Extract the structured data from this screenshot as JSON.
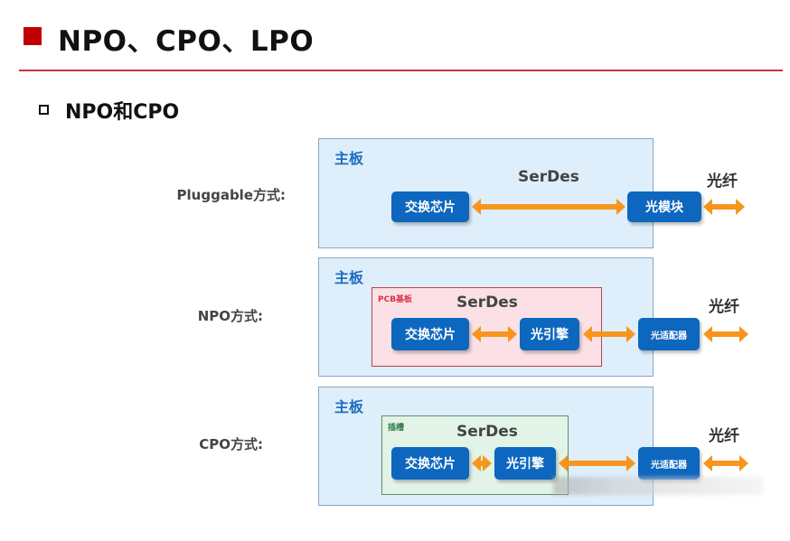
{
  "header": {
    "title": "NPO、CPO、LPO",
    "subtitle": "NPO和CPO",
    "accent_color": "#c00000"
  },
  "rows": [
    {
      "label": "Pluggable方式:",
      "board_label": "主板",
      "serdes_label": "SerDes",
      "fiber_label": "光纤",
      "chips": [
        "交换芯片",
        "光模块"
      ]
    },
    {
      "label": "NPO方式:",
      "board_label": "主板",
      "inner_label": "PCB基板",
      "serdes_label": "SerDes",
      "fiber_label": "光纤",
      "chips": [
        "交换芯片",
        "光引擎",
        "光适配器"
      ]
    },
    {
      "label": "CPO方式:",
      "board_label": "主板",
      "inner_label": "插槽",
      "serdes_label": "SerDes",
      "fiber_label": "光纤",
      "chips": [
        "交换芯片",
        "光引擎",
        "光适配器"
      ]
    }
  ],
  "colors": {
    "board_fill": "#deeefb",
    "chip_fill": "#0d67be",
    "arrow": "#f7951d",
    "pcb_fill": "#fbe1e6",
    "slot_fill": "#e2f4e8"
  }
}
